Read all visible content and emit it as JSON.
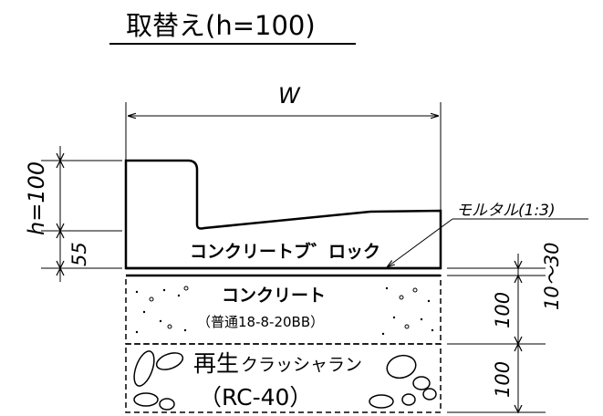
{
  "title": "取替え(h=100)",
  "dimensions": {
    "width": "W",
    "height_total": "h=100",
    "lower": "55",
    "mortar_thickness": "10～30",
    "concrete_depth": "100",
    "crusher_depth": "100"
  },
  "callouts": {
    "mortar": "モルタル(1:3)"
  },
  "layers": {
    "block": "コンクリートブ゛ロック",
    "concrete": "コンクリート",
    "concrete_spec": "（普通18-8-20BB）",
    "crusher_main": "再生",
    "crusher_kana": "クラッシャラン",
    "crusher_spec": "（RC-40）"
  }
}
